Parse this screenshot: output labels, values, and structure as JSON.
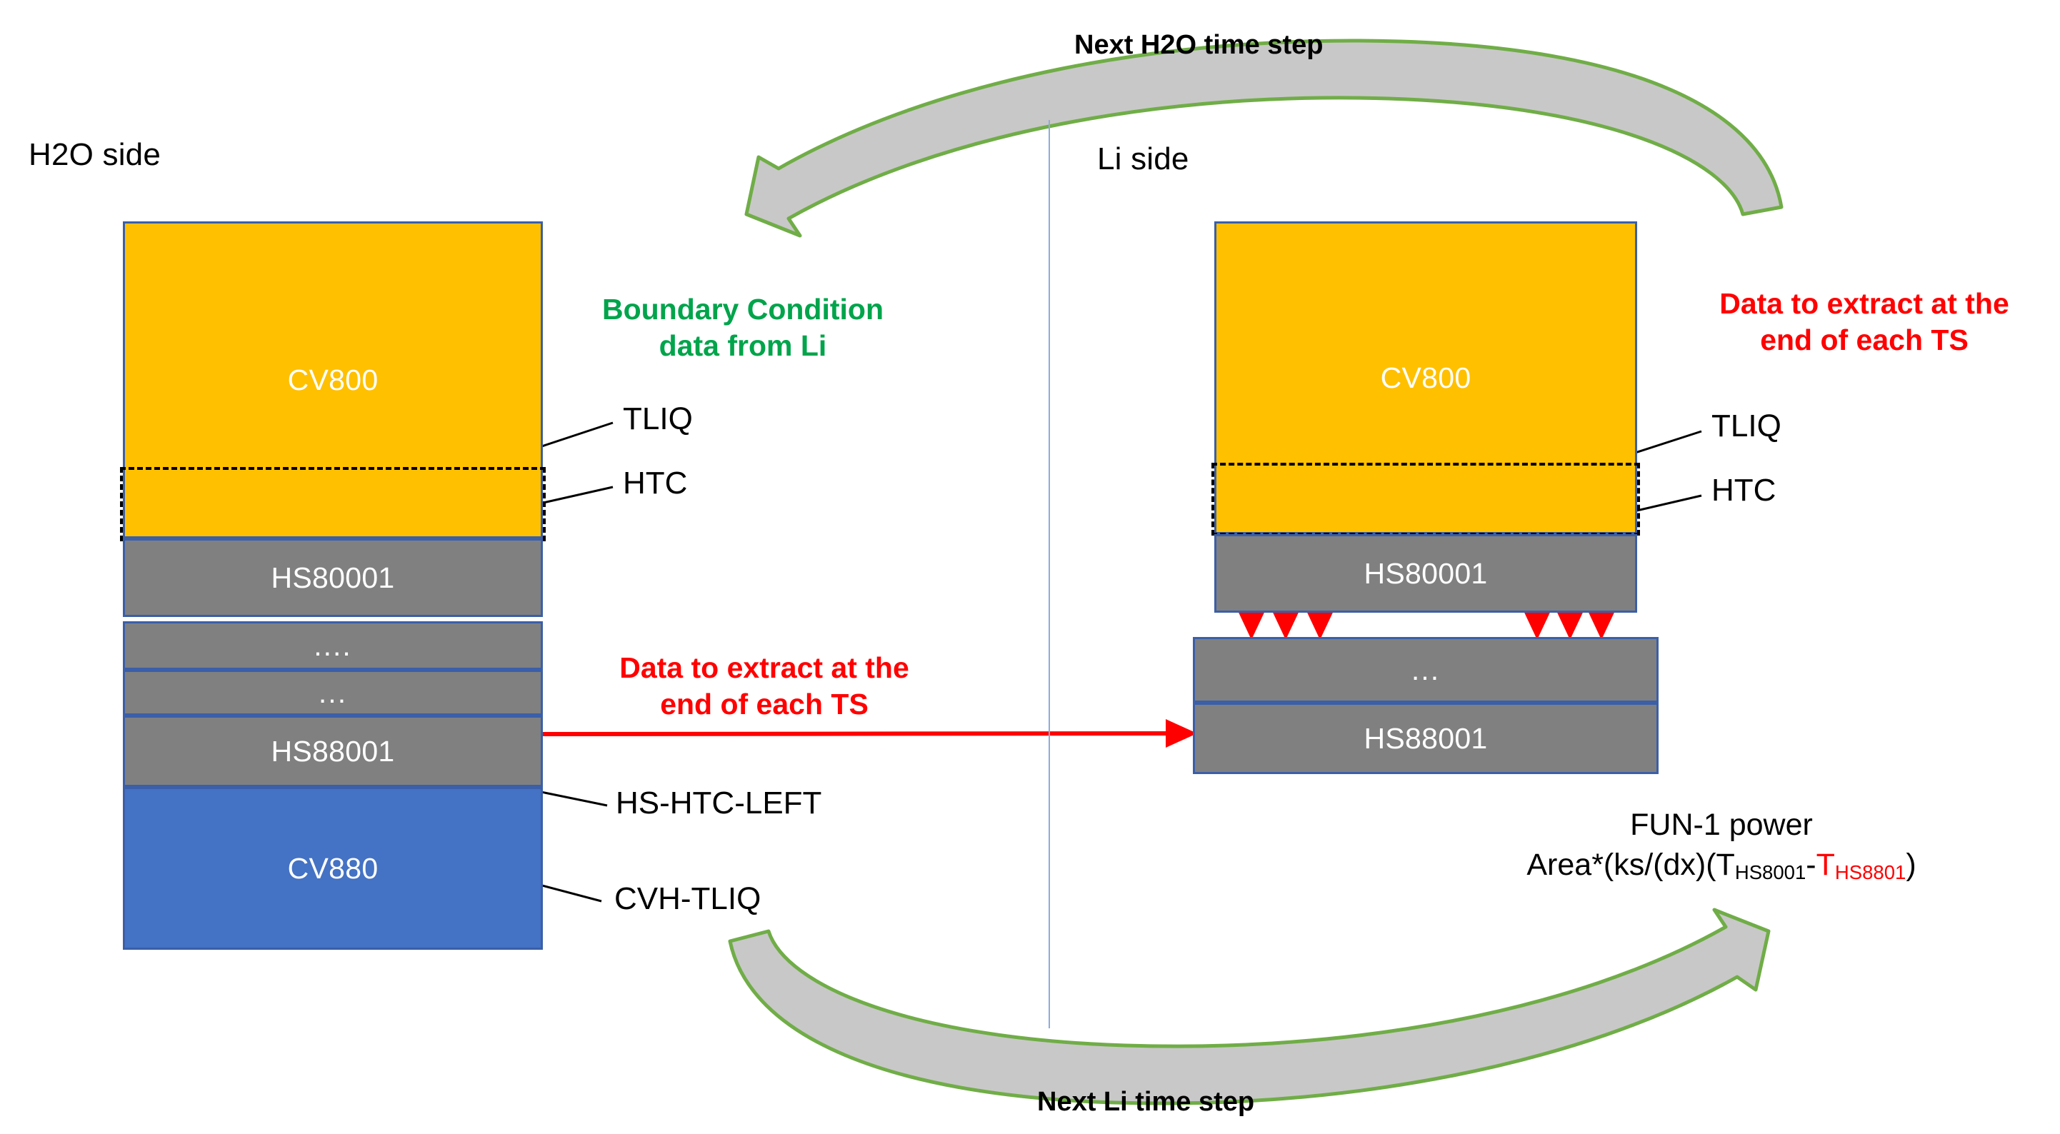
{
  "title": "MELCOR H2O / Li coupling time-step data exchange diagram",
  "sides": {
    "left": {
      "label": "H2O side"
    },
    "right": {
      "label": "Li side"
    }
  },
  "loop_captions": {
    "top": "Next H2O time step",
    "bottom": "Next Li time step"
  },
  "notes": {
    "green_boundary": "Boundary Condition\ndata from Li",
    "green_boundary_line1": "Boundary Condition",
    "green_boundary_line2": "data from Li",
    "red_extract_line1": "Data to extract at the",
    "red_extract_line2": "end of each TS",
    "red_extract_left_line1": "Data to extract at the",
    "red_extract_left_line2": "end of each TS",
    "red_extract_right_line1": "Data to extract at the",
    "red_extract_right_line2": "end of each TS"
  },
  "left_stack": {
    "blocks": [
      {
        "id": "cv800",
        "label": "CV800",
        "fill": "yellow"
      },
      {
        "id": "hs80001",
        "label": "HS80001",
        "fill": "gray"
      },
      {
        "id": "dots4",
        "label": "....",
        "fill": "gray"
      },
      {
        "id": "dots3",
        "label": "...",
        "fill": "gray"
      },
      {
        "id": "hs88001",
        "label": "HS88001",
        "fill": "gray"
      },
      {
        "id": "cv880",
        "label": "CV880",
        "fill": "blue"
      }
    ],
    "callouts": [
      {
        "id": "tliq",
        "label": "TLIQ"
      },
      {
        "id": "htc",
        "label": "HTC"
      },
      {
        "id": "hs-htc-left",
        "label": "HS-HTC-LEFT"
      },
      {
        "id": "cvh-tliq",
        "label": "CVH-TLIQ"
      }
    ]
  },
  "right_stack": {
    "blocks": [
      {
        "id": "cv800",
        "label": "CV800",
        "fill": "yellow"
      },
      {
        "id": "hs80001",
        "label": "HS80001",
        "fill": "gray"
      },
      {
        "id": "dots3",
        "label": "...",
        "fill": "gray"
      },
      {
        "id": "hs88001",
        "label": "HS88001",
        "fill": "gray"
      }
    ],
    "callouts": [
      {
        "id": "tliq",
        "label": "TLIQ"
      },
      {
        "id": "htc",
        "label": "HTC"
      }
    ]
  },
  "formula": {
    "title": "FUN-1 power",
    "expression": "Area*(ks/(dx)(T_HS8001-T_HS8801)",
    "prefix": "Area*(ks/(dx)(T",
    "sub1": "HS8001",
    "minus": "-",
    "t_red": "T",
    "sub2_red": "HS8801",
    "suffix": ")"
  },
  "colors": {
    "yellow": "#FFC000",
    "gray": "#808080",
    "blue": "#4472C4",
    "block_border": "#3B5FA8",
    "green_text": "#00A44B",
    "red_text": "#FF0000",
    "loop_arrow_stroke": "#70AD47",
    "loop_arrow_fill": "#C8C8C8",
    "divider": "#8FAADC"
  },
  "icons": {
    "loop_top": "curved-arrow-left-icon",
    "loop_bottom": "curved-arrow-right-icon",
    "heat_flux": "red-down-arrow-icon"
  }
}
